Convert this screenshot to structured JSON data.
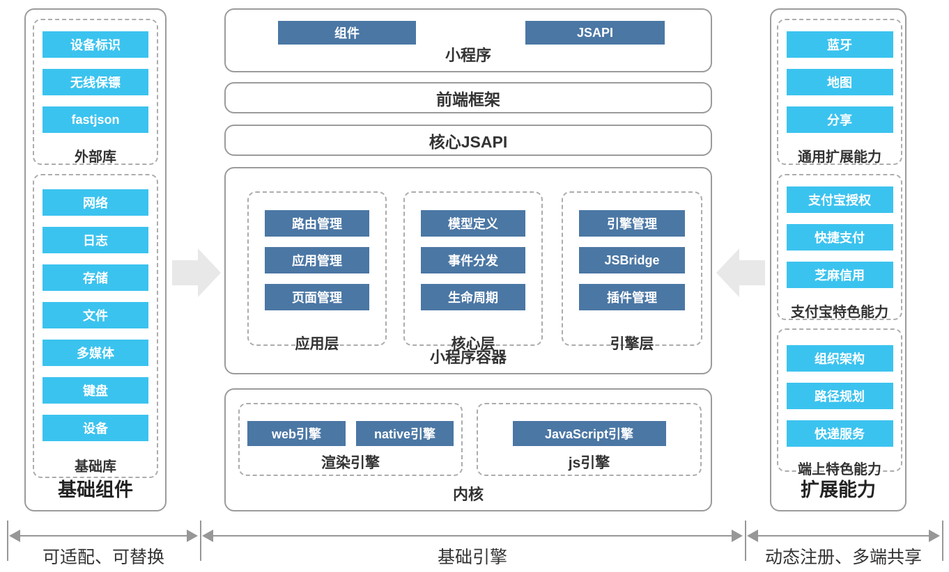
{
  "colors": {
    "pill_cyan": "#3bc3ef",
    "chip_steel_blue": "#4b77a4",
    "box_border_gray": "#9b9b9b",
    "block_arrow_gray": "#e8e8e8",
    "measure_gray": "#979797"
  },
  "left_column": {
    "title": "基础组件",
    "groups": [
      {
        "label": "外部库",
        "items": [
          "设备标识",
          "无线保镖",
          "fastjson"
        ]
      },
      {
        "label": "基础库",
        "items": [
          "网络",
          "日志",
          "存储",
          "文件",
          "多媒体",
          "键盘",
          "设备"
        ]
      }
    ]
  },
  "center": {
    "mini_program": {
      "label": "小程序",
      "items": [
        "组件",
        "JSAPI"
      ]
    },
    "frontend_framework": "前端框架",
    "core_jsapi": "核心JSAPI",
    "container": {
      "label": "小程序容器",
      "layers": [
        {
          "label": "应用层",
          "items": [
            "路由管理",
            "应用管理",
            "页面管理"
          ]
        },
        {
          "label": "核心层",
          "items": [
            "模型定义",
            "事件分发",
            "生命周期"
          ]
        },
        {
          "label": "引擎层",
          "items": [
            "引擎管理",
            "JSBridge",
            "插件管理"
          ]
        }
      ]
    },
    "kernel": {
      "label": "内核",
      "groups": [
        {
          "label": "渲染引擎",
          "items": [
            "web引擎",
            "native引擎"
          ]
        },
        {
          "label": "js引擎",
          "items": [
            "JavaScript引擎"
          ]
        }
      ]
    }
  },
  "right_column": {
    "title": "扩展能力",
    "groups": [
      {
        "label": "通用扩展能力",
        "items": [
          "蓝牙",
          "地图",
          "分享"
        ]
      },
      {
        "label": "支付宝特色能力",
        "items": [
          "支付宝授权",
          "快捷支付",
          "芝麻信用"
        ]
      },
      {
        "label": "端上特色能力",
        "items": [
          "组织架构",
          "路径规划",
          "快递服务"
        ]
      }
    ]
  },
  "bottom": {
    "segments": [
      "可适配、可替换",
      "基础引擎",
      "动态注册、多端共享"
    ]
  }
}
